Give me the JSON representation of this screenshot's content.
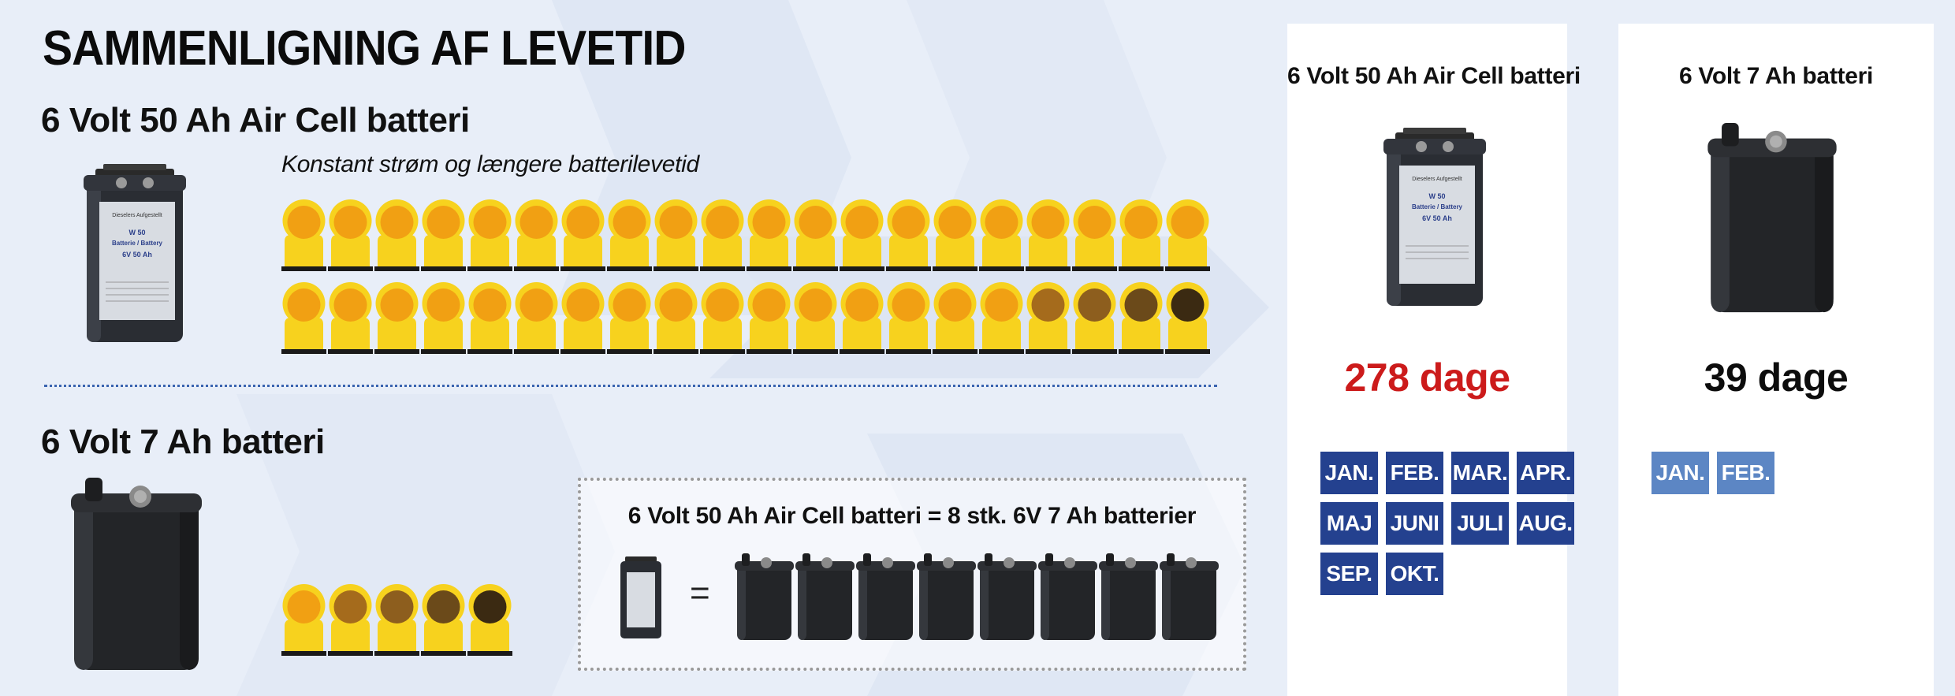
{
  "title": "SAMMENLIGNING AF LEVETID",
  "air_cell": {
    "heading": "6 Volt 50 Ah Air Cell batteri",
    "subtitle": "Konstant strøm og længere batterilevetid",
    "row1_lamps": [
      "bright",
      "bright",
      "bright",
      "bright",
      "bright",
      "bright",
      "bright",
      "bright",
      "bright",
      "bright",
      "bright",
      "bright",
      "bright",
      "bright",
      "bright",
      "bright",
      "bright",
      "bright",
      "bright",
      "bright"
    ],
    "row2_lamps": [
      "bright",
      "bright",
      "bright",
      "bright",
      "bright",
      "bright",
      "bright",
      "bright",
      "bright",
      "bright",
      "bright",
      "bright",
      "bright",
      "bright",
      "bright",
      "bright",
      "dim",
      "dimmer",
      "darker",
      "dark"
    ],
    "battery_label": {
      "line1": "Dieselers Aufgestellt",
      "line2": "W 50",
      "line3": "Batterie / Battery",
      "line4": "6V 50 Ah"
    }
  },
  "standard": {
    "heading": "6 Volt 7 Ah batteri",
    "lamps": [
      "bright",
      "dim",
      "dimmer",
      "darker",
      "dark"
    ]
  },
  "equivalence": {
    "title": "6 Volt 50 Ah Air Cell batteri = 8 stk. 6V 7 Ah batterier",
    "equals": "=",
    "small_battery_count": 8
  },
  "panel_air_cell": {
    "title": "6 Volt 50 Ah Air Cell batteri",
    "days": "278 dage",
    "months": [
      "JAN.",
      "FEB.",
      "MAR.",
      "APR.",
      "MAJ",
      "JUNI",
      "JULI",
      "AUG.",
      "SEP.",
      "OKT."
    ]
  },
  "panel_standard": {
    "title": "6 Volt 7 Ah batteri",
    "days": "39 dage",
    "months": [
      "JAN.",
      "FEB."
    ]
  },
  "colors": {
    "lamp_body": "#f7d21e",
    "lamp_bright": "#f1a013",
    "lamp_dim": "#a56b1c",
    "lamp_dimmer": "#8d5e1e",
    "lamp_darker": "#6b4a1a",
    "lamp_dark": "#3b2a12",
    "lamp_base": "#1a1a1a",
    "days_red": "#cc1b1b",
    "month_dark": "#24418f",
    "month_light": "#5c86c4",
    "divider": "#3a64b0"
  }
}
